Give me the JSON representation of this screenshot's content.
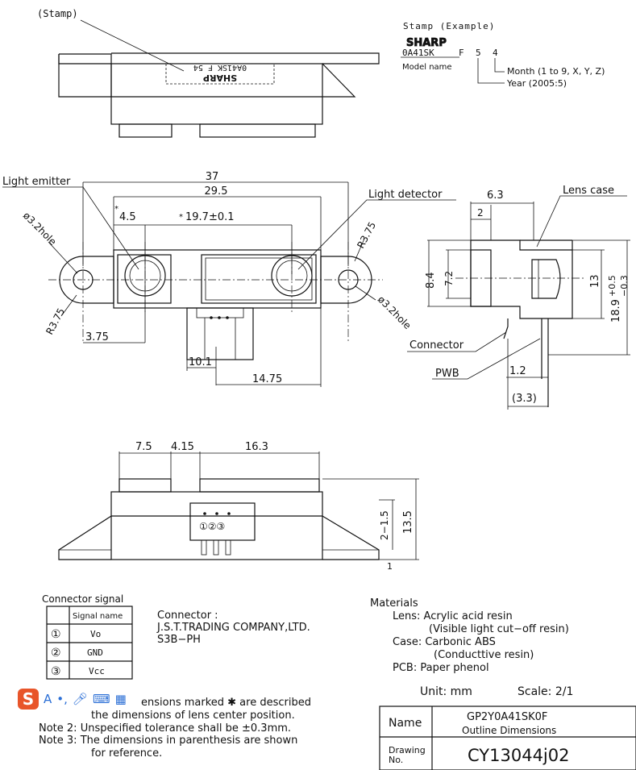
{
  "stamp": {
    "label": "(Stamp)",
    "mirrored_brand": "SHARP",
    "mirrored_code": "0A41SK F 54",
    "example_title": "Stamp (Example)",
    "brand": "SHARP",
    "code_model": "0A41SK",
    "code_f": "F",
    "code_year": "5",
    "code_month": "4",
    "model_name_label": "Model name",
    "month_label": "Month (1 to 9, X, Y, Z)",
    "year_label": "Year (2005:5)"
  },
  "front_view": {
    "light_emitter": "Light emitter",
    "light_detector": "Light detector",
    "dim_37": "37",
    "dim_29_5": "29.5",
    "dim_4_5": "4.5",
    "dim_19_7": "19.7±0.1",
    "star_a": "*",
    "star_b": "*",
    "hole_left": "ø3.2hole",
    "hole_right": "ø3.2hole",
    "r_left": "R3.75",
    "r_right": "R3.75",
    "dim_3_75": "3.75",
    "dim_10_1": "10.1",
    "dim_14_75": "14.75"
  },
  "side_view": {
    "lens_case": "Lens case",
    "dim_6_3": "6.3",
    "dim_2": "2",
    "dim_8_4": "8.4",
    "dim_7_2": "7.2",
    "dim_13": "13",
    "dim_18_9": "18.9",
    "tol_plus": "+0.5",
    "tol_minus": "−0.3",
    "connector": "Connector",
    "pwb": "PWB",
    "dim_1_2": "1.2",
    "dim_3_3": "(3.3)"
  },
  "bottom_view": {
    "dim_7_5": "7.5",
    "dim_4_15": "4.15",
    "dim_16_3": "16.3",
    "pins": "①②③",
    "dim_2_1_5": "2−1.5",
    "dim_13_5": "13.5",
    "dim_1": "1"
  },
  "connector_signal": {
    "title": "Connector signal",
    "header": "Signal name",
    "rows": [
      {
        "pin": "①",
        "name": "Vo"
      },
      {
        "pin": "②",
        "name": "GND"
      },
      {
        "pin": "③",
        "name": "Vcc"
      }
    ]
  },
  "connector_info": {
    "line1": "Connector :",
    "line2": "J.S.T.TRADING COMPANY,LTD.",
    "line3": "S3B−PH"
  },
  "materials": {
    "title": "Materials",
    "lens": "Lens:  Acrylic acid resin",
    "lens_note": "(Visible light cut−off resin)",
    "case": "Case:  Carbonic ABS",
    "case_note": "(Conducttive resin)",
    "pcb": "PCB:  Paper phenol"
  },
  "notes": {
    "note1": "ensions marked ✱ are described",
    "note1b": "the dimensions of lens center position.",
    "note2": "Note 2: Unspecified tolerance shall be ±0.3mm.",
    "note3": "Note 3: The dimensions in parenthesis are shown",
    "note3b": "for reference."
  },
  "title_block": {
    "unit": "Unit:  mm",
    "scale": "Scale:  2/1",
    "name_label": "Name",
    "name_line1": "GP2Y0A41SK0F",
    "name_line2": "Outline Dimensions",
    "drawing_label_1": "Drawing",
    "drawing_label_2": "No.",
    "drawing_no": "CY13044j02"
  },
  "ime_toolbar": {
    "logo": "S",
    "lang": "A"
  }
}
